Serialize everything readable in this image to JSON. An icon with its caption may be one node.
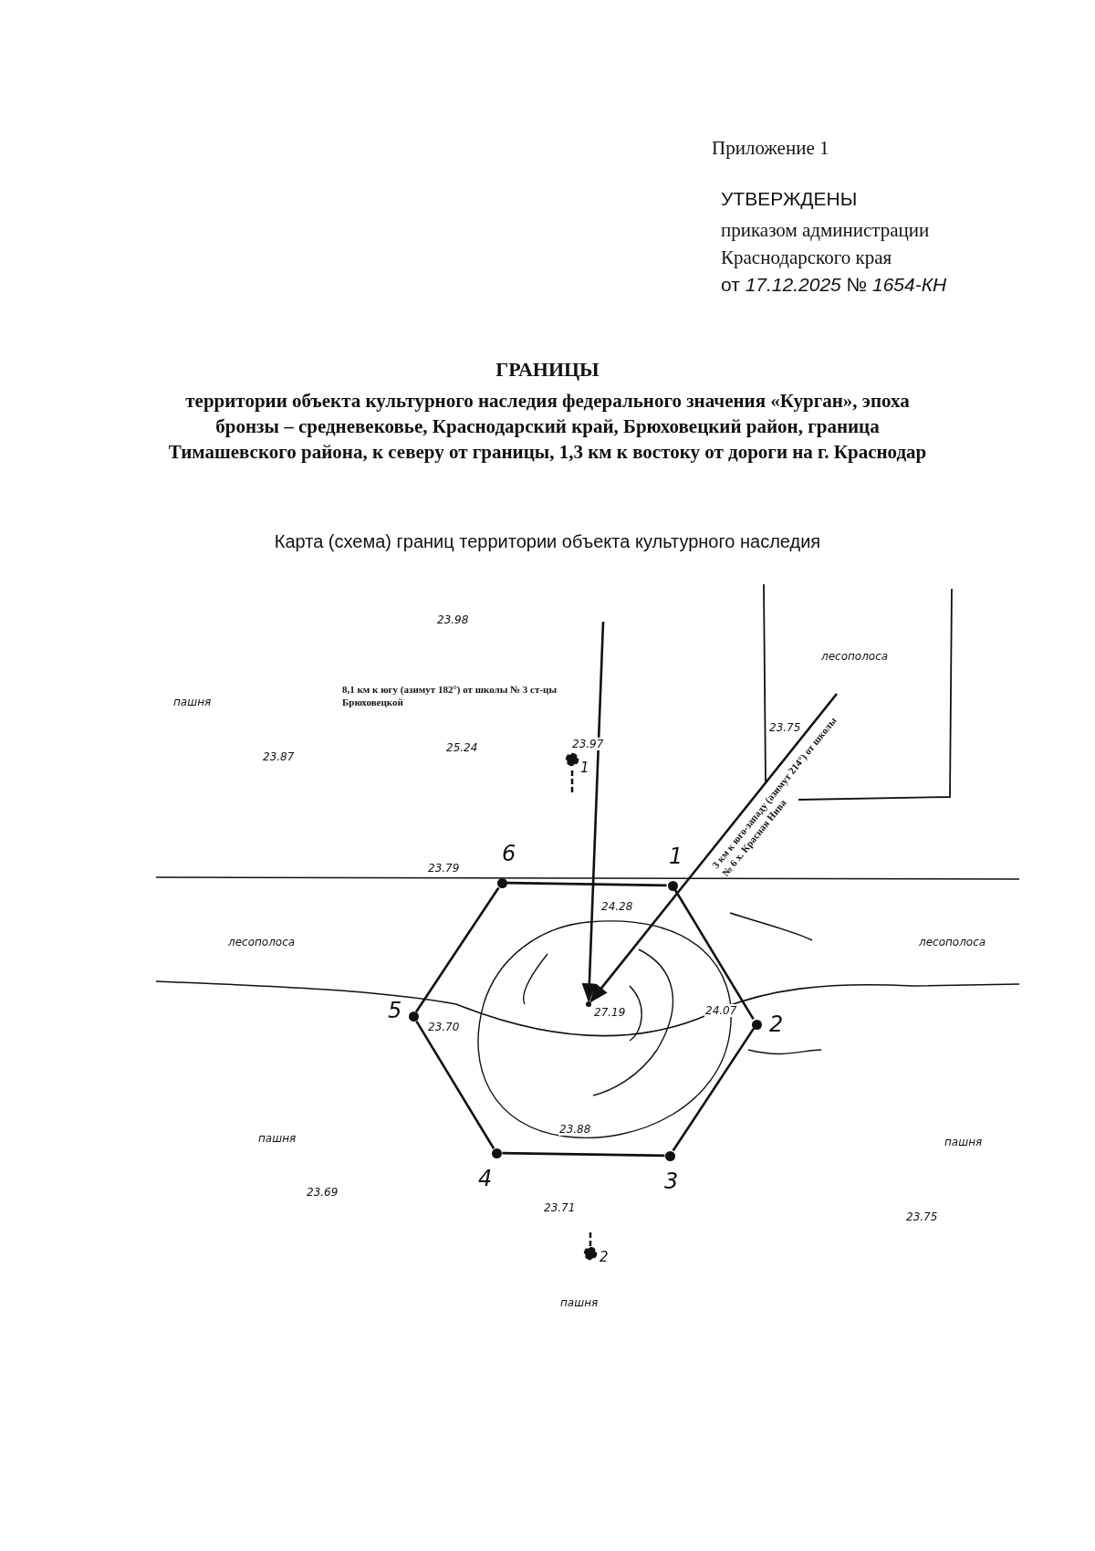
{
  "diagram": {
    "title": "ГРАНИЦЫ",
    "nodes": [
      {
        "text": [],
        "shape": "circle",
        "beside": [
          "1"
        ]
      },
      {
        "text": [],
        "shape": "circle",
        "beside": [
          "2"
        ]
      },
      {
        "text": [],
        "shape": "circle",
        "beside": [
          "3"
        ]
      },
      {
        "text": [],
        "shape": "circle",
        "beside": [
          "4"
        ]
      },
      {
        "text": [],
        "shape": "circle",
        "beside": [
          "5"
        ]
      },
      {
        "text": [],
        "shape": "circle",
        "beside": [
          "6"
        ]
      },
      {
        "text": [],
        "shape": "circle",
        "beside": [
          "27.19"
        ]
      },
      {
        "text": [
          "8,1 км к югу (азимут 182°) от школы № 3 ст-цы Брюховецкой"
        ]
      },
      {
        "text": [
          "3 км к юго-западу (азимут 214°) от школы № 6 х. Красная Нива"
        ]
      }
    ],
    "edges": [
      {
        "from": 0,
        "to": 1,
        "arrow": "none"
      },
      {
        "from": 1,
        "to": 2,
        "arrow": "none"
      },
      {
        "from": 2,
        "to": 3,
        "arrow": "none"
      },
      {
        "from": 3,
        "to": 4,
        "arrow": "none"
      },
      {
        "from": 4,
        "to": 5,
        "arrow": "none"
      },
      {
        "from": 5,
        "to": 0,
        "arrow": "none"
      },
      {
        "from": 7,
        "to": 6,
        "arrow": "to"
      },
      {
        "from": 8,
        "to": 6,
        "arrow": "to"
      }
    ],
    "labels": [
      "Приложение 1",
      "УТВЕРЖДЕНЫ",
      "приказом администрации",
      "Краснодарского края",
      "от *17.12.2025* № *1654-КН*",
      "территории объекта культурного наследия федерального значения «Курган», эпоха бронзы – средневековье, Краснодарский край, Брюховецкий район, граница Тимашевского района, к северу от границы, 1,3 км к востоку от дороги на г. Краснодар",
      "Карта (схема) границ территории объекта культурного наследия",
      "23.98",
      "пашня",
      "23.87",
      "25.24",
      "23.97",
      "1",
      "лесополоса",
      "23.75",
      "23.79",
      "24.28",
      "лесополоса",
      "лесополоса",
      "23.70",
      "24.07",
      "23.88",
      "пашня",
      "пашня",
      "23.69",
      "23.71",
      "23.75",
      "2",
      "пашня"
    ]
  }
}
